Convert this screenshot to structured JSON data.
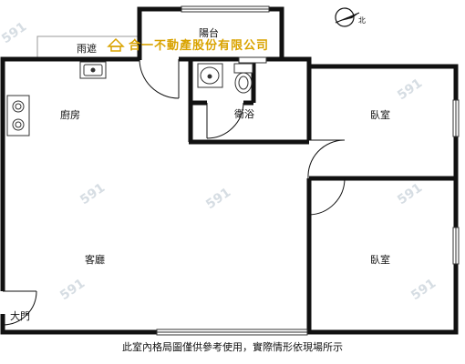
{
  "company": "合一不動產股份有限公司",
  "disclaimer": "此室內格局圖僅供參考使用，實際情形依現場所示",
  "north_label": "北",
  "watermark": "591",
  "rooms": {
    "balcony": "陽台",
    "canopy": "雨遮",
    "kitchen": "廚房",
    "bathroom": "衛浴",
    "bedroom_top": "臥室",
    "bedroom_bottom": "臥室",
    "living": "客廳",
    "main_door": "大門"
  }
}
